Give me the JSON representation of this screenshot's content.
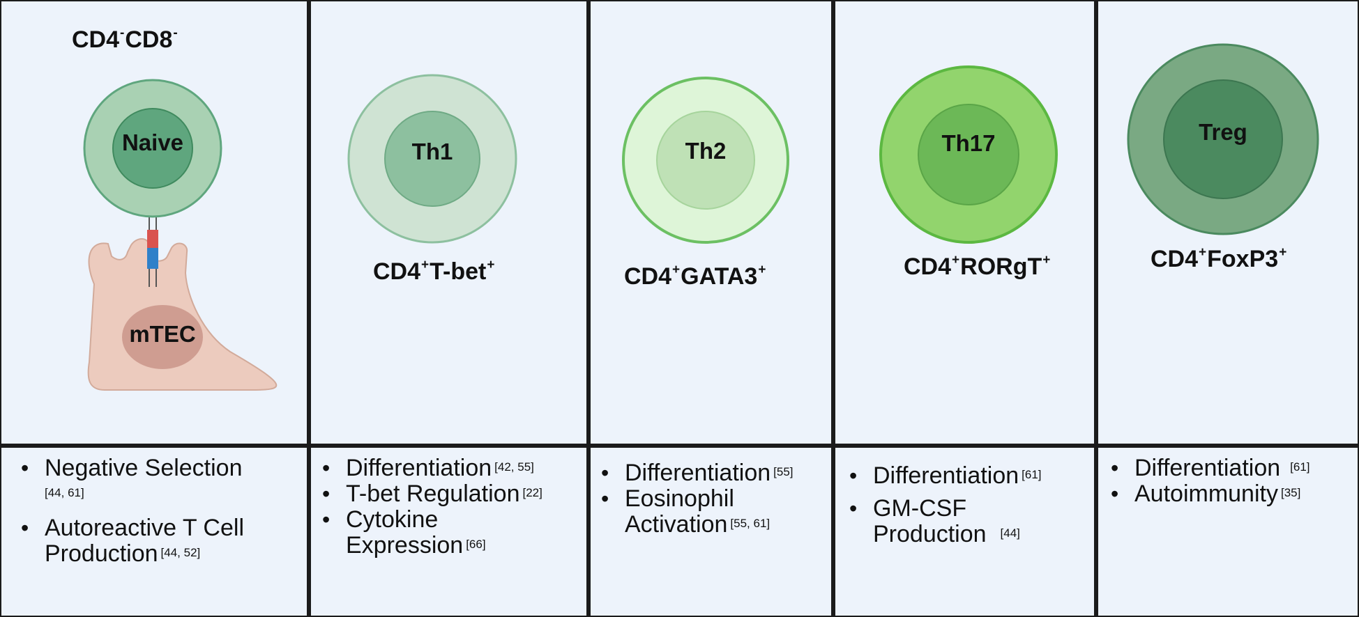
{
  "columns": [
    {
      "marker": {
        "base1": "CD4",
        "sup1": "-",
        "base2": "CD8",
        "sup2": "-"
      },
      "cell_label": "Naive",
      "partner_label": "mTEC",
      "bullets": [
        {
          "text": "Negative Selection",
          "ref": "[44, 61]"
        },
        {
          "text": "Autoreactive T Cell Production",
          "ref": "[44, 52]"
        }
      ]
    },
    {
      "marker": {
        "base1": "CD4",
        "sup1": "+",
        "base2": "T-bet",
        "sup2": "+"
      },
      "cell_label": "Th1",
      "bullets": [
        {
          "text": "Differentiation",
          "ref": "[42, 55]"
        },
        {
          "text": "T-bet Regulation",
          "ref": "[22]"
        },
        {
          "text": "Cytokine Expression",
          "ref": "[66]"
        }
      ]
    },
    {
      "marker": {
        "base1": "CD4",
        "sup1": "+",
        "base2": "GATA3",
        "sup2": "+"
      },
      "cell_label": "Th2",
      "bullets": [
        {
          "text": "Differentiation",
          "ref": "[55]"
        },
        {
          "text": "Eosinophil Activation",
          "ref": "[55, 61]"
        }
      ]
    },
    {
      "marker": {
        "base1": "CD4",
        "sup1": "+",
        "base2": "RORgT",
        "sup2": "+"
      },
      "cell_label": "Th17",
      "bullets": [
        {
          "text": "Differentiation",
          "ref": "[61]"
        },
        {
          "text": "GM-CSF Production",
          "ref": "[44]"
        }
      ]
    },
    {
      "marker": {
        "base1": "CD4",
        "sup1": "+",
        "base2": "FoxP3",
        "sup2": "+"
      },
      "cell_label": "Treg",
      "bullets": [
        {
          "text": "Differentiation",
          "ref": "[61]"
        },
        {
          "text": "Autoimmunity",
          "ref": "[35]"
        }
      ]
    }
  ],
  "colors": {
    "panel_bg": "#edf3fb",
    "divider": "#1b1b1b",
    "naive_outer": "#a9d1b3",
    "naive_inner": "#5fa67e",
    "th1_outer": "#cfe3d3",
    "th1_inner": "#8dc09f",
    "th2_outer": "#def5d8",
    "th2_inner": "#bfe1b6",
    "th17_outer": "#92d46d",
    "th17_inner": "#6cb857",
    "treg_outer": "#7aa983",
    "treg_inner": "#4b8a5f",
    "mtec_body": "#eccbbe",
    "mtec_nucleus": "#cf9d91",
    "receptor_red": "#d9534f",
    "receptor_blue": "#2f80c9"
  }
}
